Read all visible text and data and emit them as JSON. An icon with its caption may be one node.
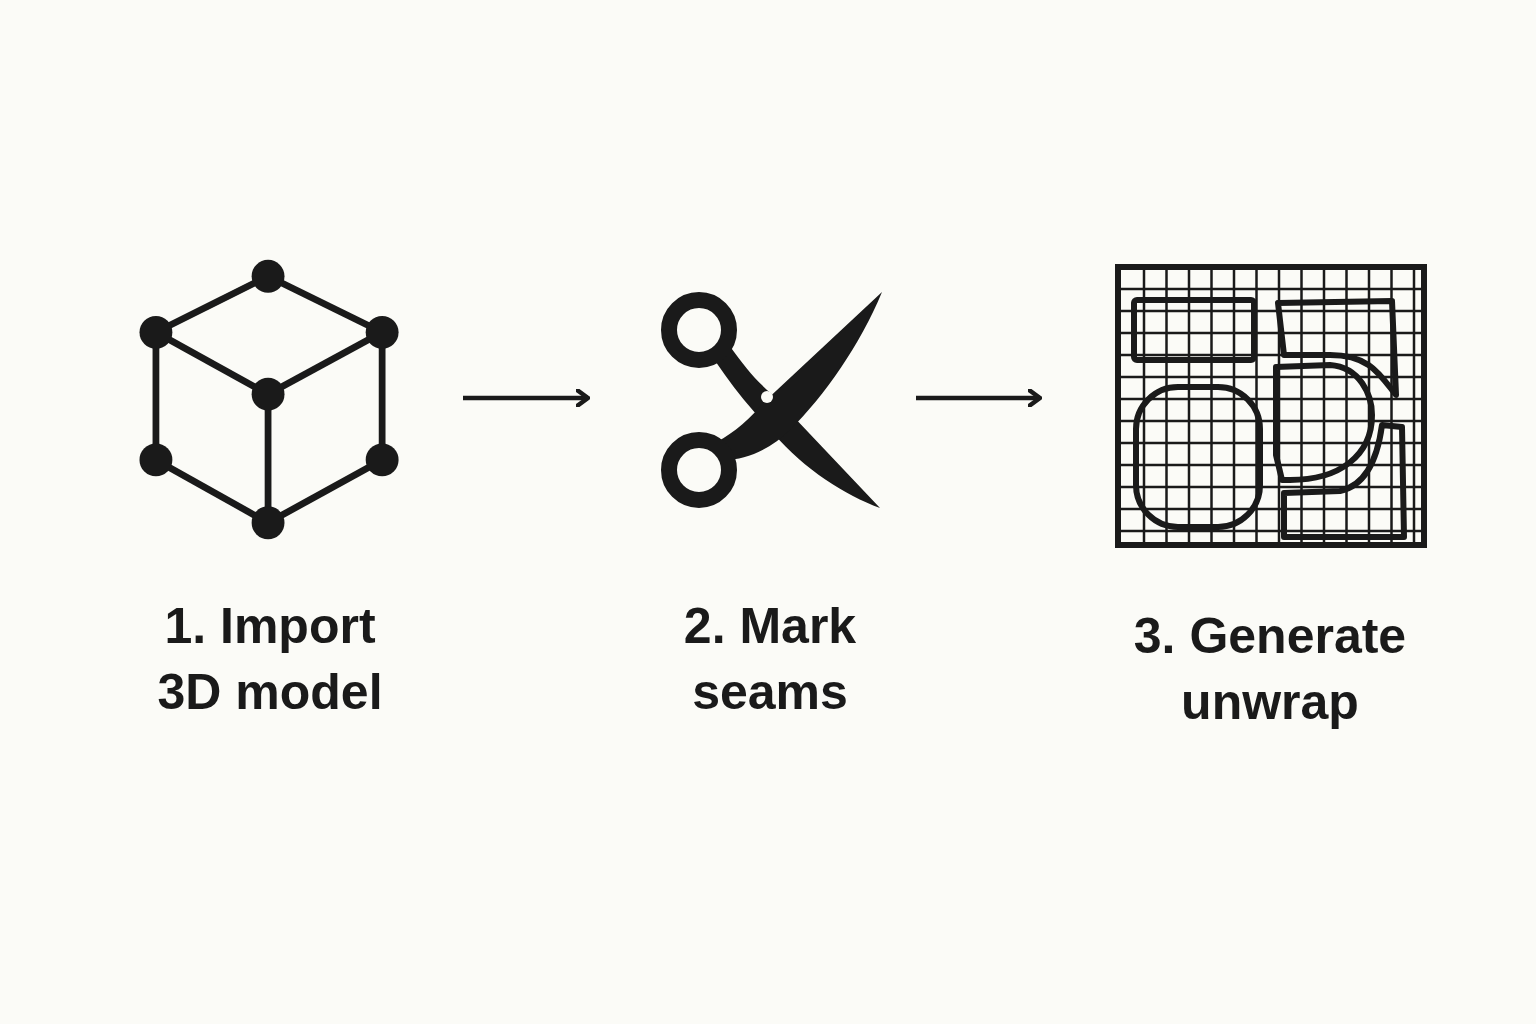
{
  "diagram": {
    "nodes": [
      {
        "text": [
          "1. Import 3D model"
        ]
      },
      {
        "text": [
          "2. Mark seams"
        ]
      },
      {
        "text": [
          "3. Generate unwrap"
        ]
      }
    ],
    "edges": [
      {
        "from": 0,
        "to": 1,
        "arrow": "to"
      },
      {
        "from": 1,
        "to": 2,
        "arrow": "to"
      }
    ]
  }
}
